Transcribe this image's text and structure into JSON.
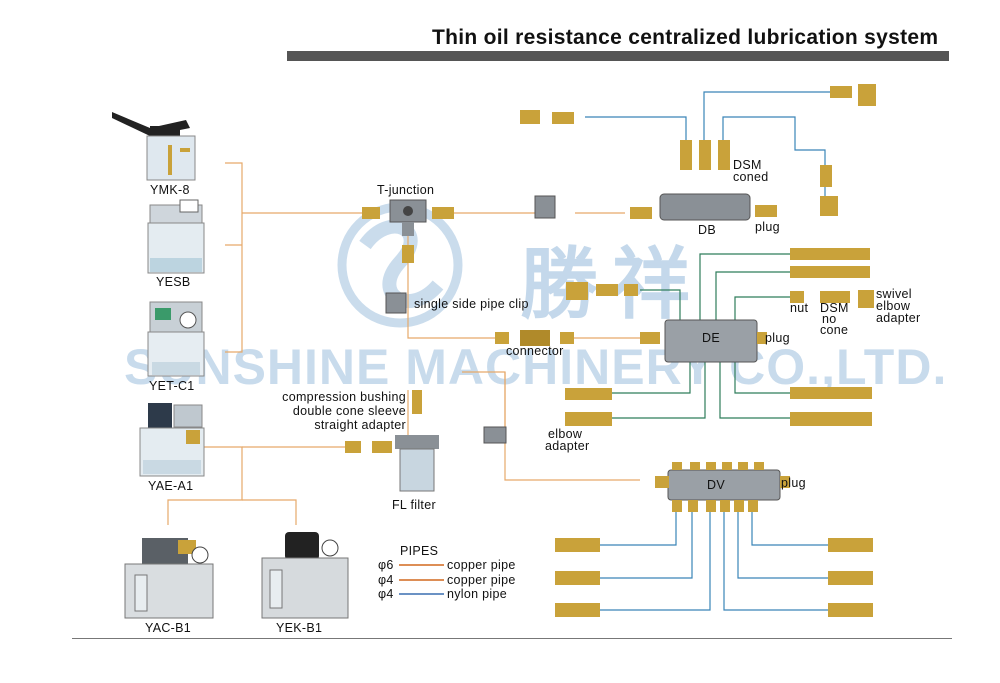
{
  "title": "Thin oil resistance centralized lubrication system",
  "watermark": {
    "chinese": "勝祥",
    "english": "SUNSHINE MACHINERY CO.,LTD."
  },
  "pumps": {
    "ymk8": "YMK-8",
    "yesb": "YESB",
    "yetc1": "YET-C1",
    "yaea1": "YAE-A1",
    "yacb1": "YAC-B1",
    "yekb1": "YEK-B1"
  },
  "components": {
    "t_junction": "T-junction",
    "pipe_clip": "single  side  pipe  clip",
    "connector": "connector",
    "compression_bushing": "compression  bushing",
    "double_cone_sleeve": "double  cone  sleeve",
    "straight_adapter": "straight  adapter",
    "fl_filter": "FL  filter"
  },
  "distributors": {
    "db": "DB",
    "de": "DE",
    "dv": "DV"
  },
  "fittings": {
    "dsm_coned_1": "DSM",
    "dsm_coned_2": "coned",
    "plug_db": "plug",
    "plug_de": "plug",
    "plug_dv": "plug",
    "nut": "nut",
    "dsm_nocone_1": "DSM",
    "dsm_nocone_2": "no",
    "dsm_nocone_3": "cone",
    "swivel_1": "swivel",
    "swivel_2": "elbow",
    "swivel_3": "adapter",
    "elbow_1": "elbow",
    "elbow_2": "adapter"
  },
  "pipes": {
    "heading": "PIPES",
    "rows": [
      {
        "size": "φ6",
        "name": "copper  pipe",
        "color": "#d2691e"
      },
      {
        "size": "φ4",
        "name": "copper  pipe",
        "color": "#d2691e"
      },
      {
        "size": "φ4",
        "name": "nylon  pipe",
        "color": "#3a6fb0"
      }
    ]
  },
  "colors": {
    "copper": "#e0a060",
    "nylon": "#3a85b8",
    "green": "#2e7d5b",
    "brass": "#c9a23a",
    "watermark": "#2f77b8"
  }
}
